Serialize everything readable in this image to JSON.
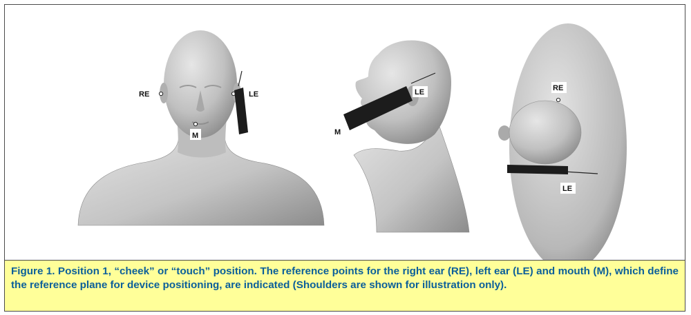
{
  "figure": {
    "labels": {
      "right_ear": "RE",
      "left_ear": "LE",
      "mouth": "M"
    },
    "caption": "Figure 1. Position 1, “cheek” or “touch” position.  The reference points for the right ear (RE), left ear (LE) and mouth (M), which define the reference plane for device positioning, are indicated (Shoulders are shown for illustration only)."
  },
  "colors": {
    "caption_background": "#ffff99",
    "caption_text": "#0b5f9a",
    "head_fill": "#c6c6c6",
    "device_fill": "#1c1c1c"
  }
}
